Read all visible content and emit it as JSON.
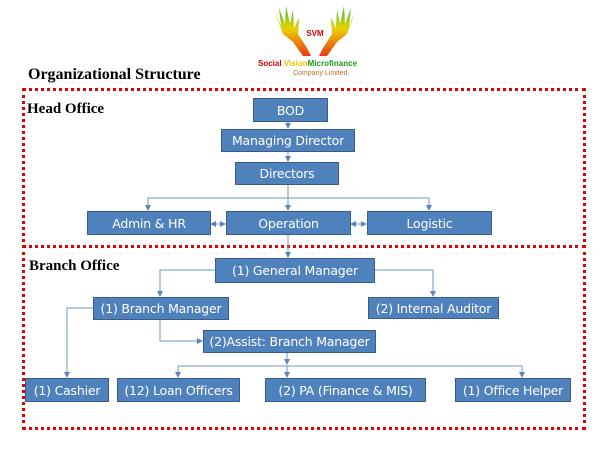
{
  "logo": {
    "badge": "SVM",
    "name_part1": "Social",
    "name_part2": "Vision",
    "name_part3": "Microfinance",
    "subtitle": "Company Limited.",
    "colors": {
      "part1": "#d40000",
      "part2": "#e8c400",
      "part3": "#1a9a1a",
      "subtitle": "#d2691e"
    }
  },
  "title": "Organizational Structure",
  "sections": {
    "head_office": {
      "label": "Head Office",
      "nodes": {
        "bod": "BOD",
        "managing_director": "Managing Director",
        "directors": "Directors",
        "admin_hr": "Admin & HR",
        "operation": "Operation",
        "logistic": "Logistic"
      }
    },
    "branch_office": {
      "label": "Branch Office",
      "nodes": {
        "general_manager": "(1) General Manager",
        "branch_manager": "(1) Branch Manager",
        "internal_auditor": "(2) Internal Auditor",
        "assist_branch_manager": "(2)Assist: Branch Manager",
        "cashier": "(1) Cashier",
        "loan_officers": "(12) Loan Officers",
        "pa": "(2) PA (Finance & MIS)",
        "office_helper": "(1) Office Helper"
      }
    }
  },
  "colors": {
    "node_fill": "#4f81bd",
    "node_border": "#385d8a",
    "connector": "#6f95c8",
    "section_border": "#e00000"
  }
}
